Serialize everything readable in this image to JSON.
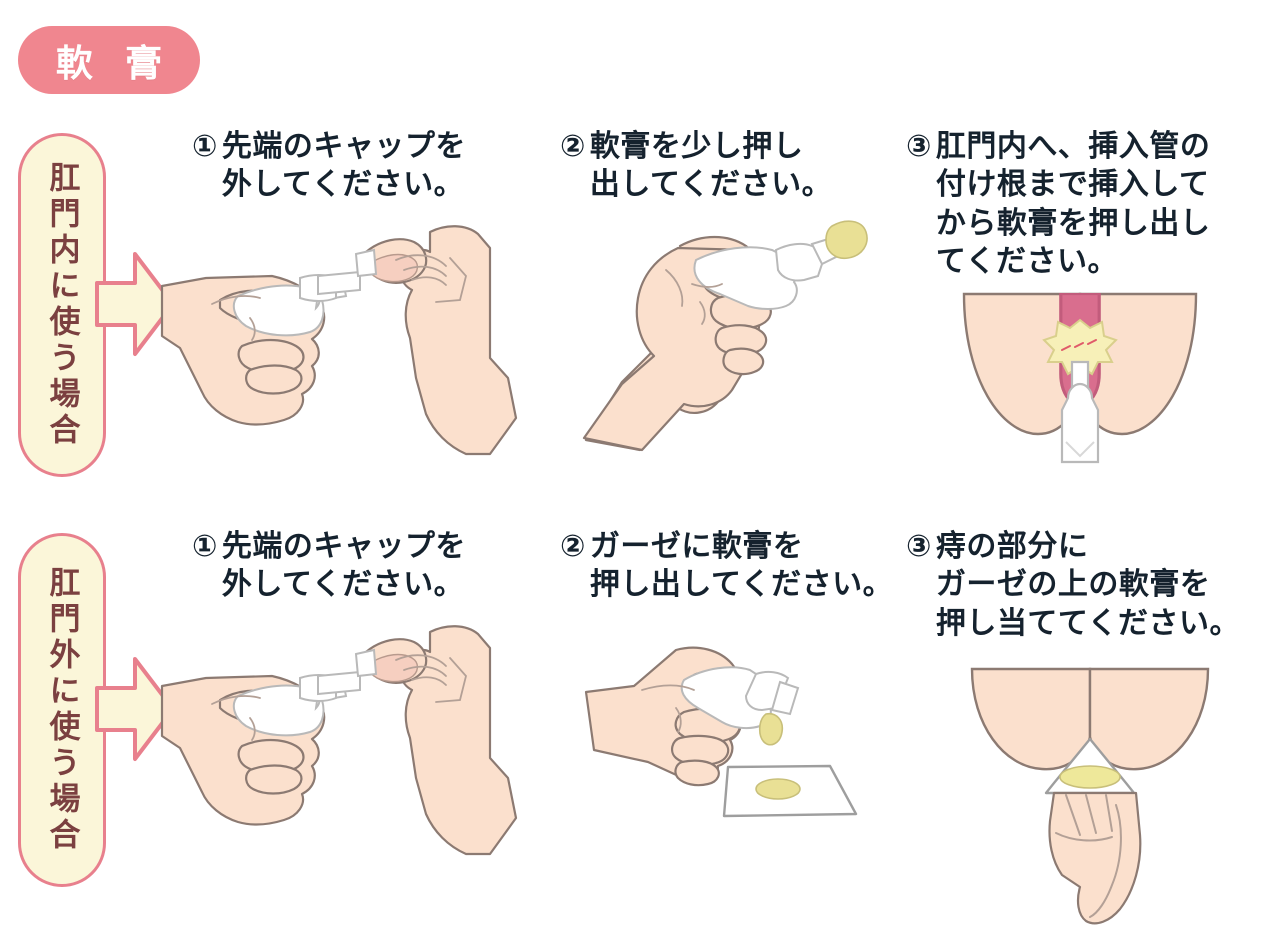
{
  "header": {
    "badge_label": "軟 膏"
  },
  "sections": [
    {
      "side_label": "肛門内に使う場合",
      "arrow_icon": "arrow-right-icon",
      "steps": [
        {
          "number": "①",
          "text": "先端のキャップを\n外してください。",
          "illustration": "two-hands-removing-cap"
        },
        {
          "number": "②",
          "text": "軟膏を少し押し\n出してください。",
          "illustration": "hand-squeezing-tube-with-ointment"
        },
        {
          "number": "③",
          "text": "肛門内へ、挿入管の\n付け根まで挿入して\nから軟膏を押し出し\nてください。",
          "illustration": "applicator-inserted-in-anus"
        }
      ]
    },
    {
      "side_label": "肛門外に使う場合",
      "arrow_icon": "arrow-right-icon",
      "steps": [
        {
          "number": "①",
          "text": "先端のキャップを\n外してください。",
          "illustration": "two-hands-removing-cap"
        },
        {
          "number": "②",
          "text": "ガーゼに軟膏を\n押し出してください。",
          "illustration": "hand-squeezing-ointment-onto-gauze"
        },
        {
          "number": "③",
          "text": "痔の部分に\nガーゼの上の軟膏を\n押し当ててください。",
          "illustration": "hand-pressing-gauze-to-anus"
        }
      ]
    }
  ],
  "colors": {
    "badge_pink": "#f0868f",
    "label_border_pink": "#e8808d",
    "label_fill_cream": "#fbf6d9",
    "label_text_maroon": "#7b4040",
    "skin": "#fbe0cd",
    "skin_outline": "#8c7a72",
    "mucosa_pink": "#d96e8e",
    "ointment_yellow": "#eee89a",
    "starburst_yellow": "#f7f0b8",
    "caption_text": "#15222e",
    "background": "#ffffff"
  }
}
